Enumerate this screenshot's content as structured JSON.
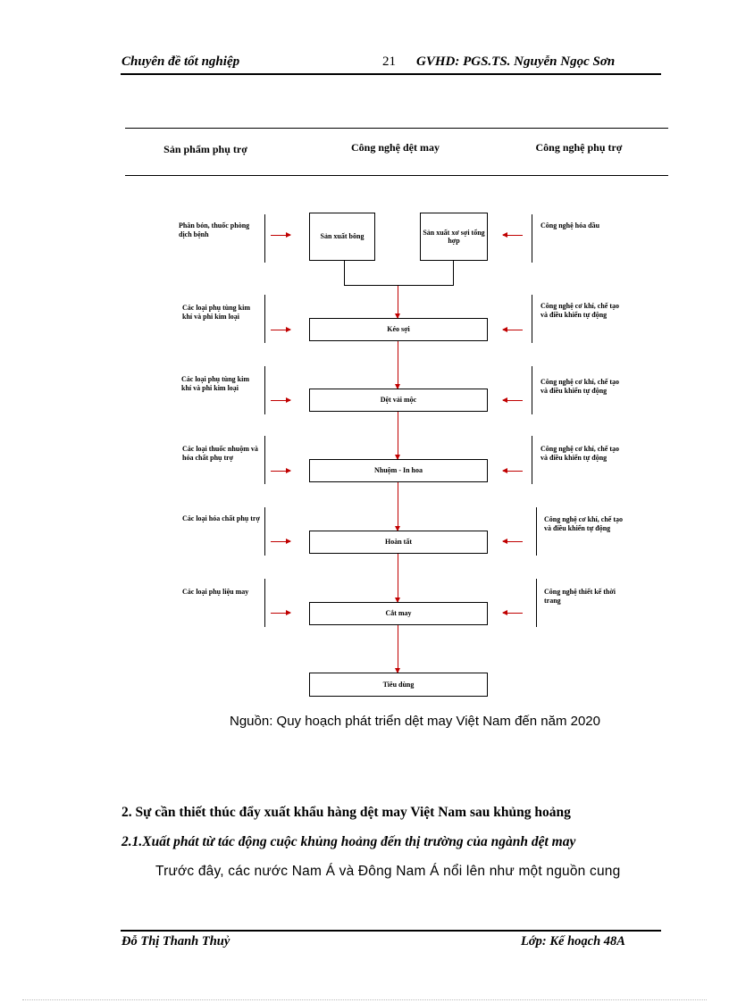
{
  "header": {
    "left": "Chuyên  đề tốt nghiệp",
    "page_number": "21",
    "right": "GVHD:  PGS.TS.  Nguyễn  Ngọc Sơn"
  },
  "table_headers": {
    "col1": "Sản phẩm phụ trợ",
    "col2": "Công nghệ dệt may",
    "col3": "Công nghệ phụ trợ"
  },
  "flow": {
    "top_left_box": "Sản xuất bông",
    "top_right_box": "Sản xuất xơ sợi tổng hợp",
    "stages": [
      "Kéo sợi",
      "Dệt vải mộc",
      "Nhuộm - In hoa",
      "Hoàn tất",
      "Cắt may",
      "Tiêu dùng"
    ],
    "left_inputs": [
      "Phân bón, thuốc phòng dịch bệnh",
      "Các loại phụ tùng kim khí và phi kim loại",
      "Các loại phụ tùng kim khí và phi kim loại",
      "Các loại thuốc nhuộm và hóa chất phụ trợ",
      "Các loại hóa chất phụ trợ",
      "Các loại phụ liệu may"
    ],
    "right_inputs": [
      "Công nghệ hóa dầu",
      "Công nghệ cơ khí, chế tạo và điều khiển tự động",
      "Công nghệ cơ khí, chế tạo và điều khiển tự động",
      "Công nghệ cơ khí, chế tạo và điều khiển tự động",
      "Công nghệ cơ khí, chế tạo và điều khiển tự động",
      "Công nghệ thiết kế thời trang"
    ]
  },
  "source_note": "Nguồn:  Quy hoạch phát triển dệt may Việt Nam đến năm 2020",
  "section_heading": "2. Sự cần thiết thúc đẩy xuất khẩu hàng dệt may Việt Nam sau khủng hoảng",
  "subsection_heading": "2.1.Xuất phát từ tác động cuộc khủng hoảng đến thị trường của ngành dệt may",
  "paragraph": "Trước đây, các nước Nam Á và Đông Nam Á nổi lên như một nguồn cung",
  "footer": {
    "left": "Đỗ Thị Thanh Thuỷ",
    "right": "Lớp: Kế hoạch 48A"
  },
  "colors": {
    "arrow": "#c00000",
    "text": "#000000"
  }
}
